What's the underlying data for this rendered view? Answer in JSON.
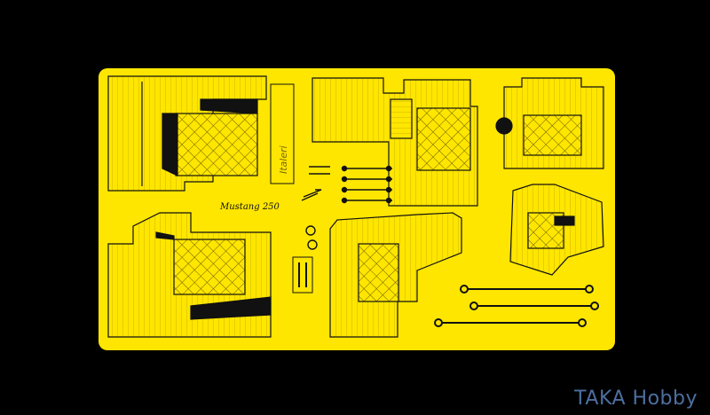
{
  "image": {
    "subject": "photo-etched brass detail fret",
    "background_color": "#000000",
    "fret_color": "#ffe600",
    "etch_line_color": "#111111"
  },
  "watermark": {
    "text": "TAKA Hobby",
    "color": "#4d6fa0"
  },
  "fret_markings": {
    "brand_vertical": "Italeri",
    "model_script": "Mustang 250"
  }
}
